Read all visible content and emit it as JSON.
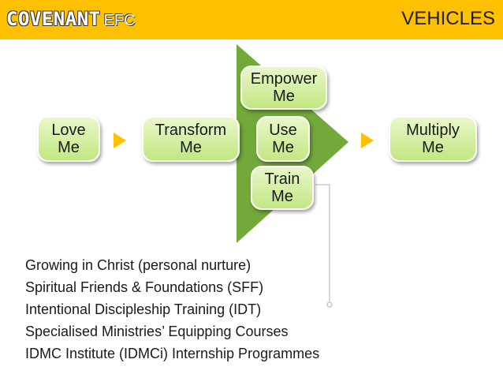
{
  "header": {
    "logo_main": "COVENANT",
    "logo_sub": "EFC",
    "title": "VEHICLES"
  },
  "diagram": {
    "nodes": [
      {
        "id": "love",
        "label": "Love\nMe"
      },
      {
        "id": "transform",
        "label": "Transform\nMe"
      },
      {
        "id": "empower",
        "label": "Empower\nMe"
      },
      {
        "id": "use",
        "label": "Use\nMe"
      },
      {
        "id": "train",
        "label": "Train\nMe"
      },
      {
        "id": "multiply",
        "label": "Multiply\nMe"
      }
    ],
    "connector": {
      "from": "train",
      "to": "vehicles-list"
    }
  },
  "vehicles": [
    "Growing in Christ (personal nurture)",
    "Spiritual Friends & Foundations (SFF)",
    "Intentional Discipleship Training (IDT)",
    "Specialised Ministries’ Equipping Courses",
    "IDMC Institute (IDMCi) Internship Programmes"
  ],
  "colors": {
    "header": "#FFC000",
    "big_arrow": "#73A83A",
    "small_arrow": "#FFC000",
    "node_fill_top": "#e9f7c9",
    "node_fill_bottom": "#c2e782",
    "connector": "#d9d9d9"
  }
}
